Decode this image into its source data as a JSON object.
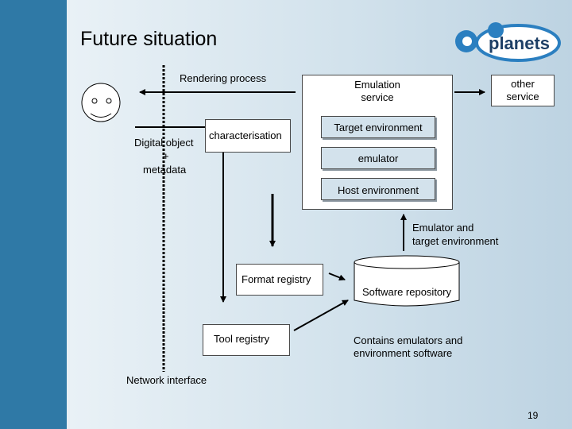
{
  "slide": {
    "title": "Future situation",
    "page_number": "19"
  },
  "logo": {
    "text": "planets"
  },
  "labels": {
    "rendering_process": "Rendering process",
    "digital_object_line1": "Digital object",
    "digital_object_line2": "+",
    "digital_object_line3": "metadata",
    "characterisation": "characterisation",
    "emulation_service_line1": "Emulation",
    "emulation_service_line2": "service",
    "other_service_line1": "other",
    "other_service_line2": "service",
    "target_environment": "Target environment",
    "emulator": "emulator",
    "host_environment": "Host environment",
    "emulator_target_line1": "Emulator and",
    "emulator_target_line2": "target environment",
    "format_registry": "Format registry",
    "software_repository": "Software repository",
    "tool_registry": "Tool registry",
    "contains_line1": "Contains emulators and",
    "contains_line2": "environment software",
    "network_interface": "Network interface"
  },
  "colors": {
    "mosaic": "#2f79a6",
    "box_fill_blue": "#d3e2ec",
    "logo_blue": "#2b7fc0"
  }
}
